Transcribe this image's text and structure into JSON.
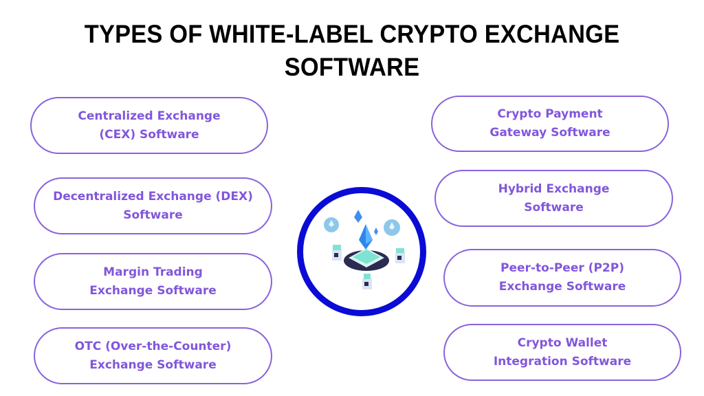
{
  "title": {
    "line1": "TYPES OF WHITE-LABEL CRYPTO EXCHANGE",
    "line2": "SOFTWARE"
  },
  "colors": {
    "title": "#000000",
    "pill_border": "#8a62dc",
    "pill_text": "#8157db",
    "hub_ring": "#0b0bd6",
    "background": "#ffffff"
  },
  "hub": {
    "icon": "ethereum-blockchain-network-illustration"
  },
  "left_column": [
    {
      "label": "Centralized Exchange\n(CEX) Software"
    },
    {
      "label": "Decentralized Exchange (DEX)\nSoftware"
    },
    {
      "label": "Margin Trading\nExchange Software"
    },
    {
      "label": "OTC (Over-the-Counter)\nExchange Software"
    }
  ],
  "right_column": [
    {
      "label": "Crypto Payment\nGateway Software"
    },
    {
      "label": "Hybrid Exchange\nSoftware"
    },
    {
      "label": "Peer-to-Peer (P2P)\nExchange Software"
    },
    {
      "label": "Crypto Wallet\nIntegration Software"
    }
  ]
}
